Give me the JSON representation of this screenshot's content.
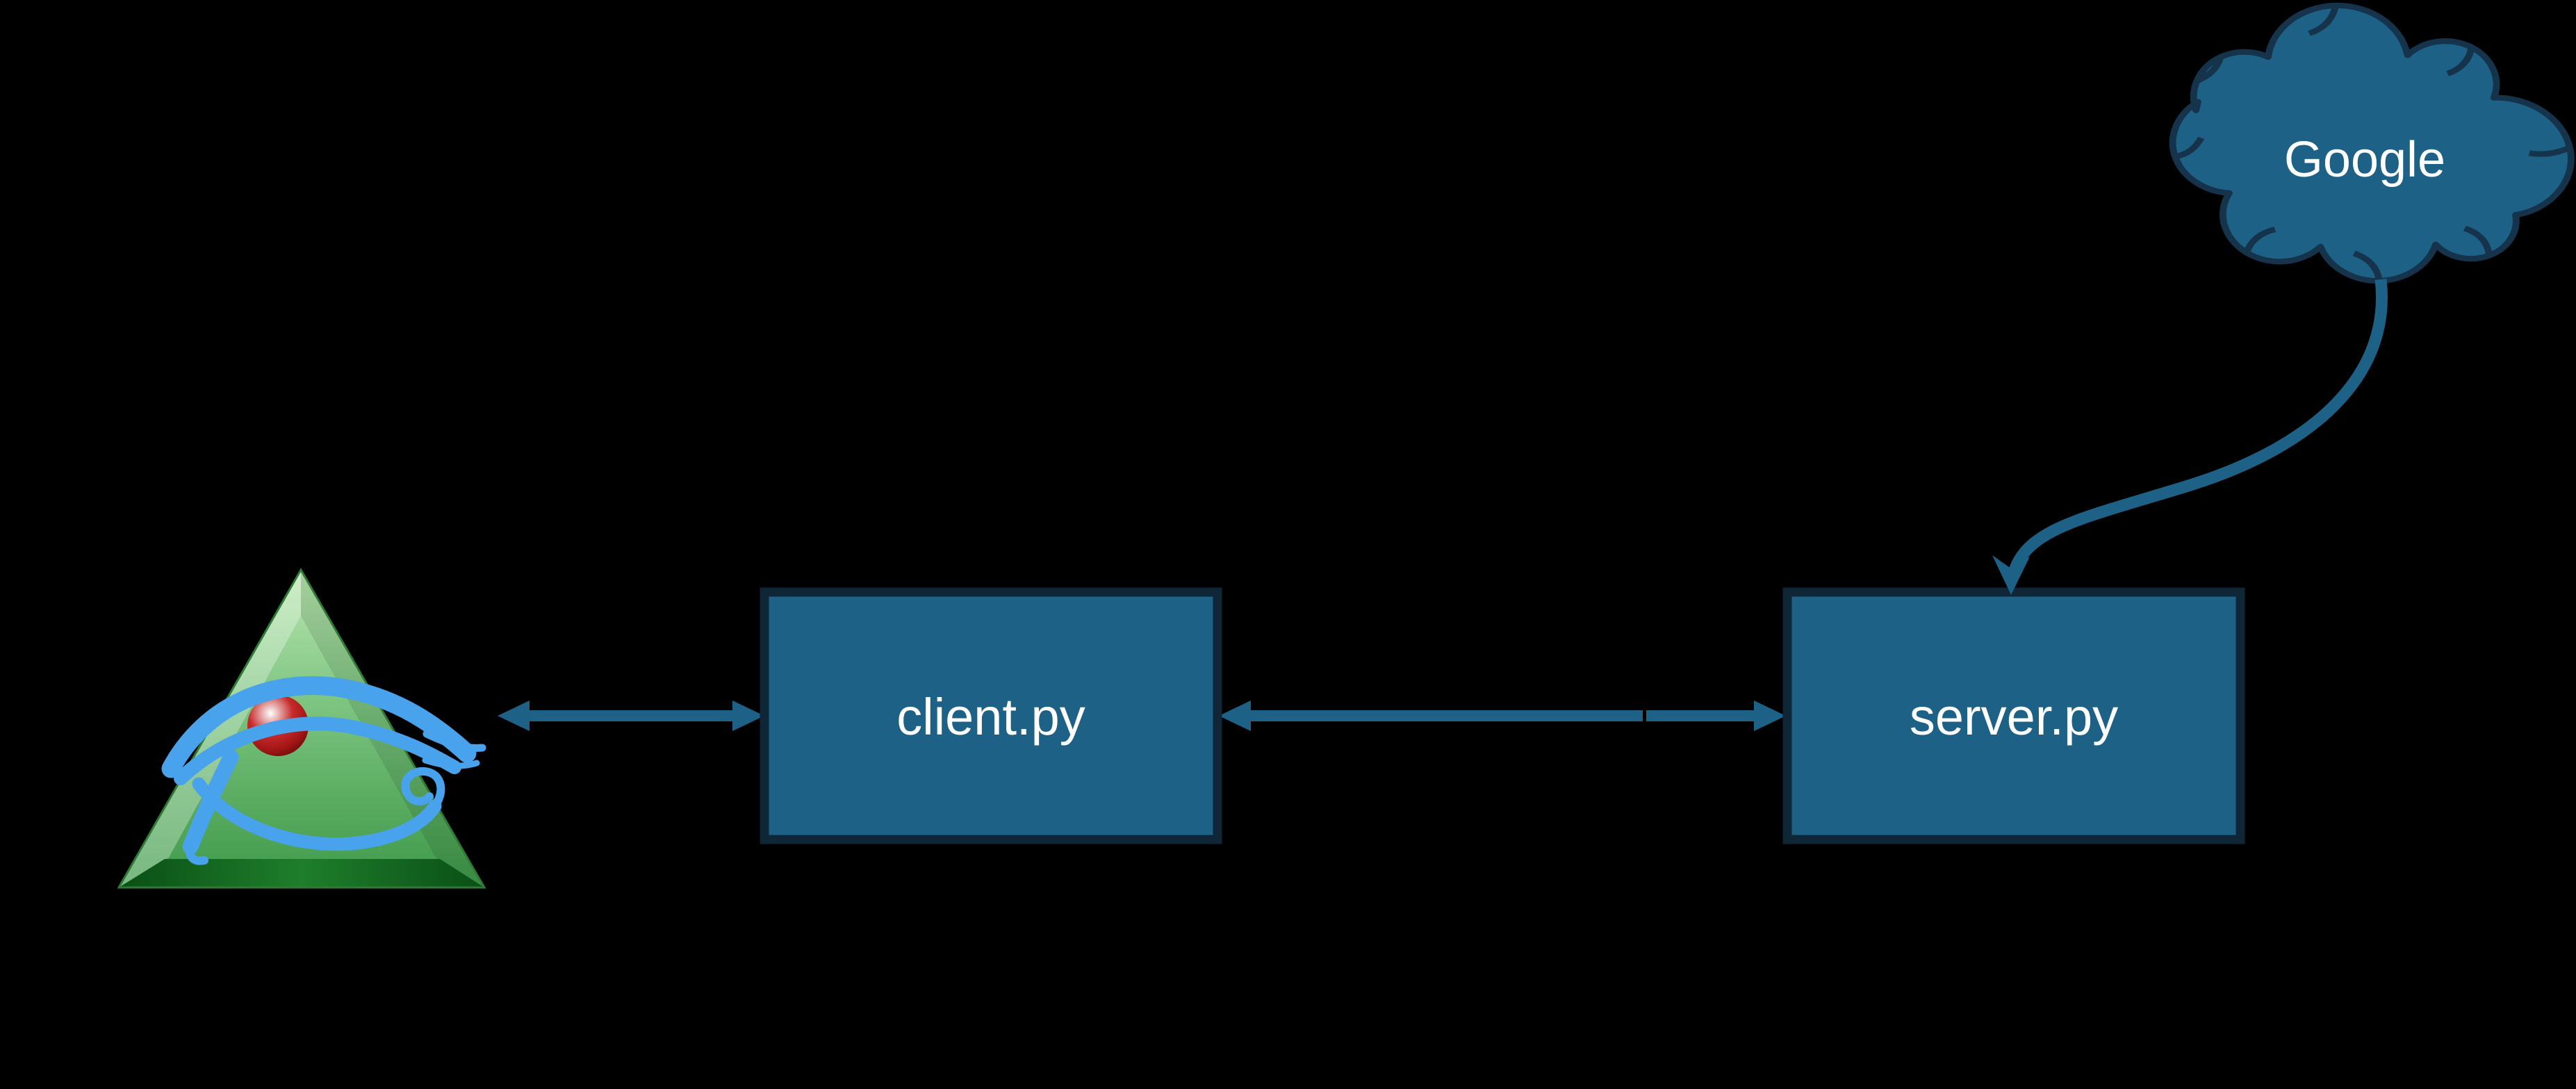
{
  "diagram": {
    "type": "architecture-diagram",
    "background_color": "#000000",
    "colors": {
      "node_fill": "#1d6286",
      "node_border": "#0e2636",
      "cloud_outline": "#16334c",
      "arrow": "#1d6286",
      "label_text": "#ffffff",
      "eye_blue": "#48a2ec",
      "pyramid_green": "#5aab60",
      "eye_pupil_red": "#b01c1c"
    },
    "nodes": {
      "host": {
        "icon": "eye-of-horus-pyramid-icon"
      },
      "client": {
        "label": "client.py"
      },
      "server": {
        "label": "server.py"
      },
      "cloud": {
        "label": "Google",
        "shape": "cloud"
      }
    },
    "edges": [
      {
        "from": "host",
        "to": "client",
        "style": "double-headed-arrow"
      },
      {
        "from": "client",
        "to": "server",
        "style": "double-headed-arrow"
      },
      {
        "from": "cloud",
        "to": "server",
        "style": "curved-arrow"
      }
    ]
  }
}
